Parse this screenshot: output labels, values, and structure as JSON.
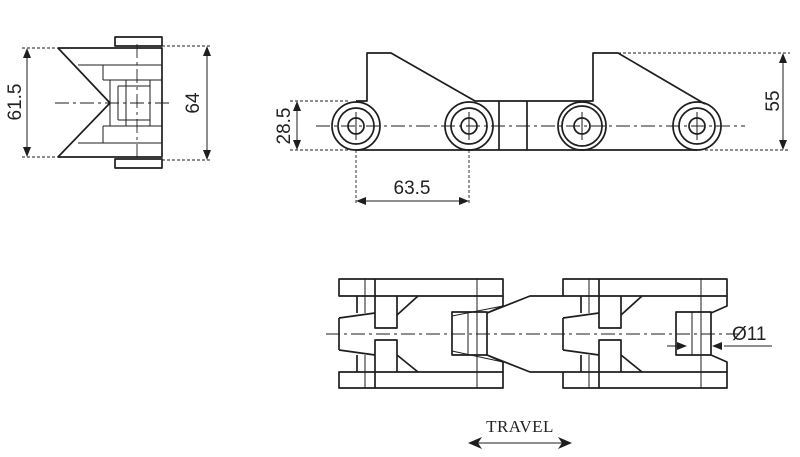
{
  "end_view": {
    "dimensions": {
      "height_inner": "61.5",
      "height_outer": "64"
    }
  },
  "side_view": {
    "dimensions": {
      "base_height": "28.5",
      "pitch": "63.5",
      "total_height": "55"
    }
  },
  "top_view": {
    "dimensions": {
      "pin_diameter": "Ø11"
    },
    "travel_label": "TRAVEL"
  }
}
